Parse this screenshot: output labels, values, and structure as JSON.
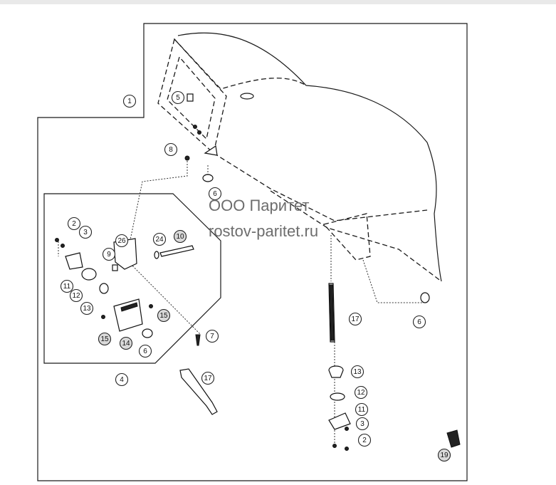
{
  "watermark": {
    "company": "ООО Паритет",
    "site": "rostov-paritet.ru"
  },
  "callouts": [
    "1",
    "5",
    "8",
    "6",
    "2",
    "3",
    "26",
    "24",
    "10",
    "9",
    "11",
    "12",
    "13",
    "15",
    "15",
    "14",
    "6",
    "7",
    "4",
    "17",
    "17",
    "13",
    "12",
    "11",
    "3",
    "2",
    "6",
    "19"
  ]
}
